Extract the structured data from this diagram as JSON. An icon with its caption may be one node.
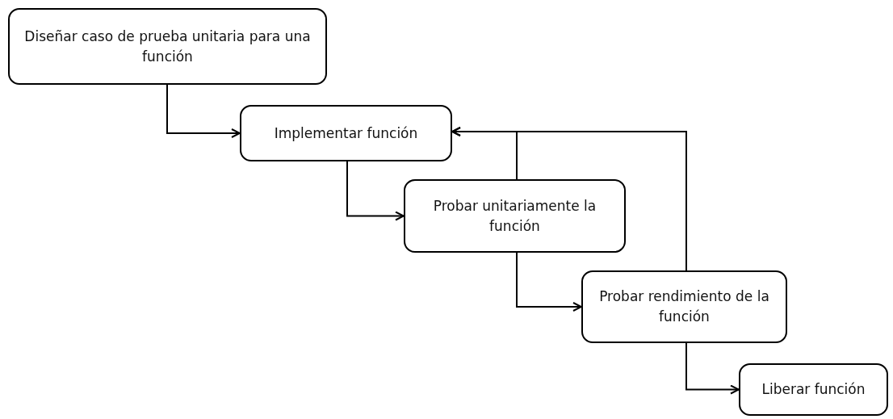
{
  "diagram": {
    "nodes": [
      {
        "text": [
          "Diseñar caso de prueba unitaria para una función"
        ]
      },
      {
        "text": [
          "Implementar función"
        ]
      },
      {
        "text": [
          "Probar unitariamente la función"
        ]
      },
      {
        "text": [
          "Probar rendimiento de la función"
        ]
      },
      {
        "text": [
          "Liberar función"
        ]
      }
    ],
    "edges": [
      {
        "from": 0,
        "to": 1,
        "arrow": "to"
      },
      {
        "from": 1,
        "to": 2,
        "arrow": "to"
      },
      {
        "from": 2,
        "to": 3,
        "arrow": "to"
      },
      {
        "from": 3,
        "to": 4,
        "arrow": "to"
      },
      {
        "from": 2,
        "to": 1,
        "arrow": "to"
      },
      {
        "from": 3,
        "to": 1,
        "arrow": "to"
      }
    ]
  }
}
